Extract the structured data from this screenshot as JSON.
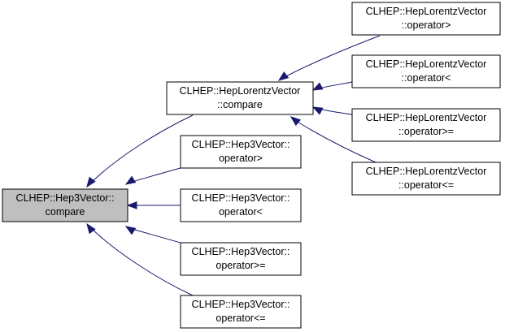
{
  "colors": {
    "focus_fill": "#bfbfbf",
    "node_fill": "#ffffff",
    "node_stroke": "#000000",
    "edge": "#191970"
  },
  "nodes": {
    "compare3": {
      "line1": "CLHEP::Hep3Vector::",
      "line2": "compare",
      "highlighted": true
    },
    "lorentzCompare": {
      "line1": "CLHEP::HepLorentzVector",
      "line2": "::compare"
    },
    "h3Gt": {
      "line1": "CLHEP::Hep3Vector::",
      "line2": "operator>"
    },
    "h3Lt": {
      "line1": "CLHEP::Hep3Vector::",
      "line2": "operator<"
    },
    "h3Ge": {
      "line1": "CLHEP::Hep3Vector::",
      "line2": "operator>="
    },
    "h3Le": {
      "line1": "CLHEP::Hep3Vector::",
      "line2": "operator<="
    },
    "lGt": {
      "line1": "CLHEP::HepLorentzVector",
      "line2": "::operator>"
    },
    "lLt": {
      "line1": "CLHEP::HepLorentzVector",
      "line2": "::operator<"
    },
    "lGe": {
      "line1": "CLHEP::HepLorentzVector",
      "line2": "::operator>="
    },
    "lLe": {
      "line1": "CLHEP::HepLorentzVector",
      "line2": "::operator<="
    }
  },
  "edges": [
    {
      "from": "lorentzCompare",
      "to": "compare3"
    },
    {
      "from": "h3Gt",
      "to": "compare3"
    },
    {
      "from": "h3Lt",
      "to": "compare3"
    },
    {
      "from": "h3Ge",
      "to": "compare3"
    },
    {
      "from": "h3Le",
      "to": "compare3"
    },
    {
      "from": "lGt",
      "to": "lorentzCompare"
    },
    {
      "from": "lLt",
      "to": "lorentzCompare"
    },
    {
      "from": "lGe",
      "to": "lorentzCompare"
    },
    {
      "from": "lLe",
      "to": "lorentzCompare"
    }
  ]
}
